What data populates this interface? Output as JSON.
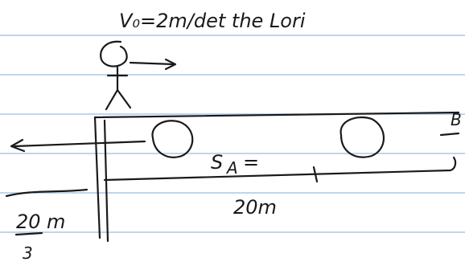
{
  "note": {
    "heading": "V₀=2m/det the Lori",
    "distance_label": "S",
    "distance_subscript": "A",
    "distance_suffix": "=",
    "distance_value": "20m",
    "fraction_numerator": "20",
    "fraction_unit": "m",
    "fraction_denominator": "3",
    "edge_letter": "B"
  },
  "colors": {
    "ink": "#1a1a1a",
    "ruled_lines": "#a8c8e6",
    "paper": "#ffffff"
  }
}
